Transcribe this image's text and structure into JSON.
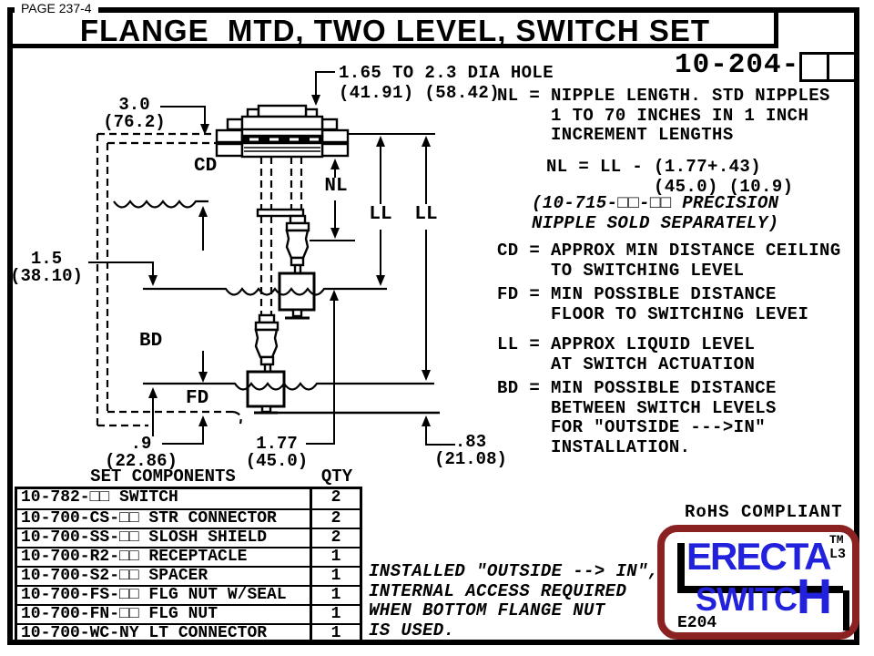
{
  "page": {
    "page_label": "PAGE 237-4",
    "title": "FLANGE  MTD, TWO LEVEL, SWITCH SET",
    "part_number": "10-204-"
  },
  "notes": {
    "hole": "1.65 TO 2.3 DIA HOLE\n(41.91) (58.42)",
    "nl_definition": "NL = NIPPLE LENGTH. STD NIPPLES\n     1 TO 70 INCHES IN 1 INCH\n     INCREMENT LENGTHS",
    "nl_formula": "NL = LL - (1.77+.43)\n          (45.0) (10.9)",
    "precision": "(10-715-□□-□□ PRECISION\nNIPPLE SOLD SEPARATELY)",
    "cd": "CD = APPROX MIN DISTANCE CEILING\n     TO SWITCHING LEVEL",
    "fd": "FD = MIN POSSIBLE DISTANCE\n     FLOOR TO SWITCHING LEVEI",
    "ll": "LL = APPROX LIQUID LEVEL\n     AT SWITCH ACTUATION",
    "bd": "BD = MIN POSSIBLE DISTANCE\n     BETWEEN SWITCH LEVELS\n     FOR \"OUTSIDE --->IN\"\n     INSTALLATION.",
    "install": "INSTALLED \"OUTSIDE --> IN\",\nINTERNAL ACCESS REQUIRED\nWHEN BOTTOM FLANGE NUT\nIS USED."
  },
  "dims": {
    "d30": "3.0\n(76.2)",
    "d15": "1.5\n(38.10)",
    "d9": ".9\n(22.86)",
    "d177": "1.77\n(45.0)",
    "d83": ".83\n(21.08)",
    "cd": "CD",
    "nl": "NL",
    "ll1": "LL",
    "ll2": "LL",
    "bd": "BD",
    "fd": "FD"
  },
  "table": {
    "header_components": "SET COMPONENTS",
    "header_qty": "QTY",
    "rows": [
      {
        "part": "10-782-□□ SWITCH",
        "qty": "2"
      },
      {
        "part": "10-700-CS-□□ STR CONNECTOR",
        "qty": "2"
      },
      {
        "part": "10-700-SS-□□ SLOSH SHIELD",
        "qty": "2"
      },
      {
        "part": "10-700-R2-□□ RECEPTACLE",
        "qty": "1"
      },
      {
        "part": "10-700-S2-□□ SPACER",
        "qty": "1"
      },
      {
        "part": "10-700-FS-□□ FLG NUT W/SEAL",
        "qty": "1"
      },
      {
        "part": "10-700-FN-□□ FLG NUT",
        "qty": "1"
      },
      {
        "part": "10-700-WC-NY LT CONNECTOR",
        "qty": "1"
      }
    ]
  },
  "footer": {
    "rohs": "RoHS COMPLIANT",
    "logo": {
      "brand_top": "ERECTA",
      "brand_bottom_main": "SWITC",
      "brand_bottom_h": "H",
      "tm": "TM",
      "l3": "L3",
      "code": "E204"
    }
  },
  "colors": {
    "logo_blue": "#2222dd",
    "logo_maroon": "#8b2222"
  }
}
